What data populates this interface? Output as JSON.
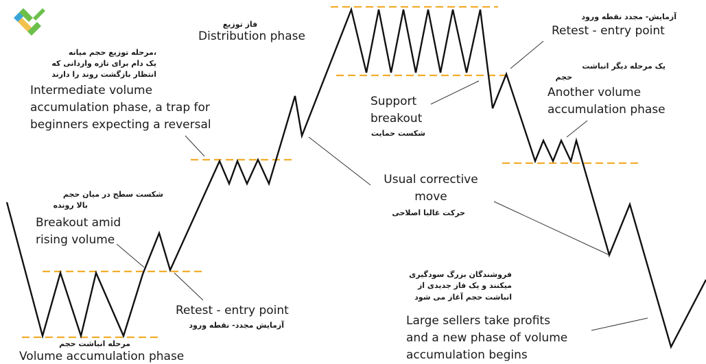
{
  "logo": {
    "name": "logo-icon",
    "colors": [
      "#6cc04a",
      "#f2c14e",
      "#3aa6d8"
    ]
  },
  "colors": {
    "level": "#f2ad2b",
    "price": "#111111",
    "text": "#1a1a1a",
    "pointer": "#333333"
  },
  "annotations": {
    "distribution": {
      "fa": "فاز توزیع",
      "en": [
        "Distribution phase"
      ]
    },
    "intermediate": {
      "fa": [
        "مرحله توزیع حجم میانه،",
        "یک دام برای تازه واردانی که",
        "انتظار بازگشت روند را دارند"
      ],
      "en": [
        "Intermediate volume",
        "accumulation phase, a trap for",
        "beginners expecting a reversal"
      ]
    },
    "breakout_rising": {
      "fa": [
        "شکست سطح در میان حجم",
        "بالا رونده"
      ],
      "en": [
        "Breakout amid",
        "rising volume"
      ]
    },
    "retest_left": {
      "en": [
        "Retest - entry point"
      ],
      "fa": [
        "آزمایش مجدد- نقطه ورود"
      ]
    },
    "volume_accumulation": {
      "fa": [
        "مرحله انباشت حجم"
      ],
      "en": [
        "Volume accumulation phase"
      ]
    },
    "retest_right": {
      "fa": [
        "آزمایش- مجدد نقطه ورود"
      ],
      "en": [
        "Retest - entry point"
      ]
    },
    "another_volume": {
      "fa": [
        "یک مرحله دیگر انباشت",
        "حجم"
      ],
      "en": [
        "Another volume",
        "accumulation phase"
      ]
    },
    "support_breakout": {
      "en": [
        "Support",
        "breakout"
      ],
      "fa": [
        "شکست حمایت"
      ]
    },
    "usual_corrective": {
      "en": [
        "Usual corrective",
        "move"
      ],
      "fa": [
        "حرکت غالبا اصلاحی"
      ]
    },
    "large_sellers": {
      "fa": [
        "فروشندگان بزرگ سودگیری",
        "میکنند و یک فاز جدیدی از",
        "انباشت حجم آغاز می شود"
      ],
      "en": [
        "Large sellers take profits",
        "and a new phase of volume",
        "accumulation begins"
      ]
    }
  }
}
